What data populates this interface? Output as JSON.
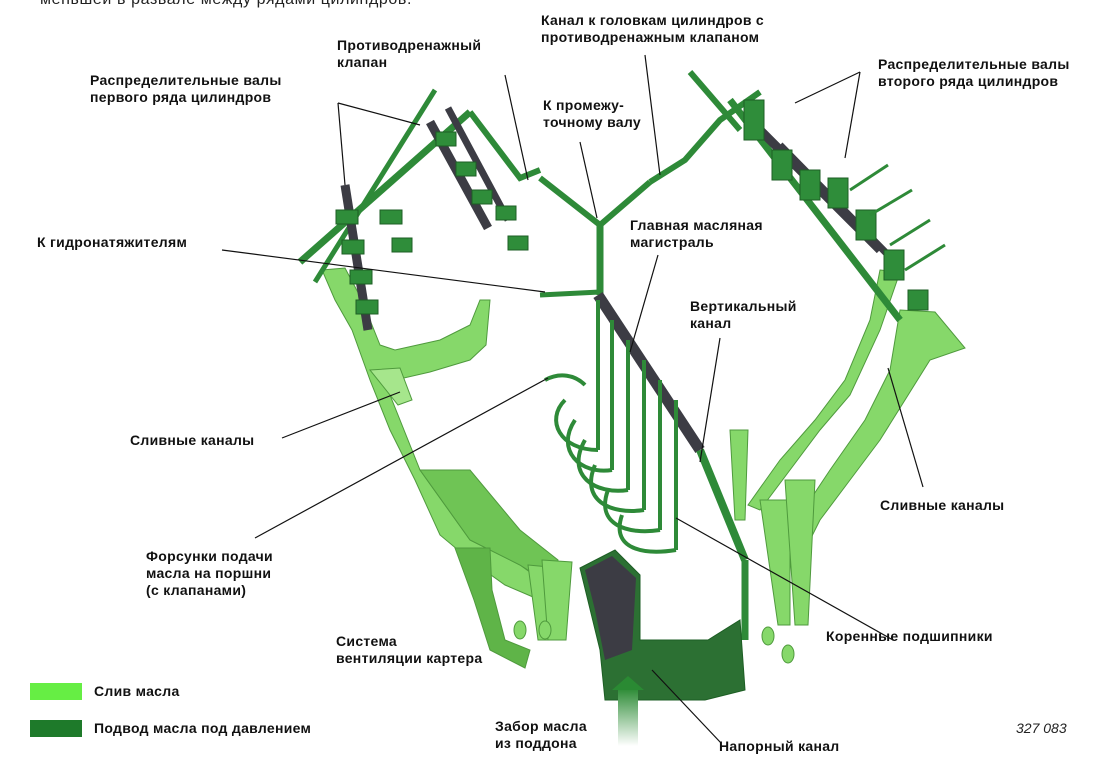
{
  "top_text": "меньшей в развале между рядами цилиндров.",
  "labels": {
    "camshafts_row1": "Распределительные валы\nпервого ряда цилиндров",
    "anti_drain_valve": "Противодренажный\nклапан",
    "channel_heads": "Канал к головкам цилиндров с\nпротиводренажным клапаном",
    "camshafts_row2": "Распределительные валы\nвторого ряда цилиндров",
    "intermediate_shaft": "К промежу-\nточному валу",
    "tensioners": "К гидронатяжителям",
    "main_gallery": "Главная масляная\nмагистраль",
    "vertical_channel": "Вертикальный\nканал",
    "drain_left": "Сливные каналы",
    "drain_right": "Сливные каналы",
    "piston_jets": "Форсунки подачи\nмасла на поршни\n(с клапанами)",
    "crankcase_vent": "Система\nвентиляции картера",
    "main_bearings": "Коренные подшипники",
    "oil_pickup": "Забор масла\nиз поддона",
    "pressure_channel": "Напорный канал"
  },
  "legend": [
    {
      "label": "Слив масла",
      "color": "#66ee44"
    },
    {
      "label": "Подвод масла под давлением",
      "color": "#1e7a2a"
    }
  ],
  "figure_number": "327 083",
  "colors": {
    "drain": "#66ee44",
    "pressure": "#1e7a2a",
    "pressure_light": "#3aa040",
    "shaft": "#3c3c44",
    "drain_body": "#7ed860"
  }
}
